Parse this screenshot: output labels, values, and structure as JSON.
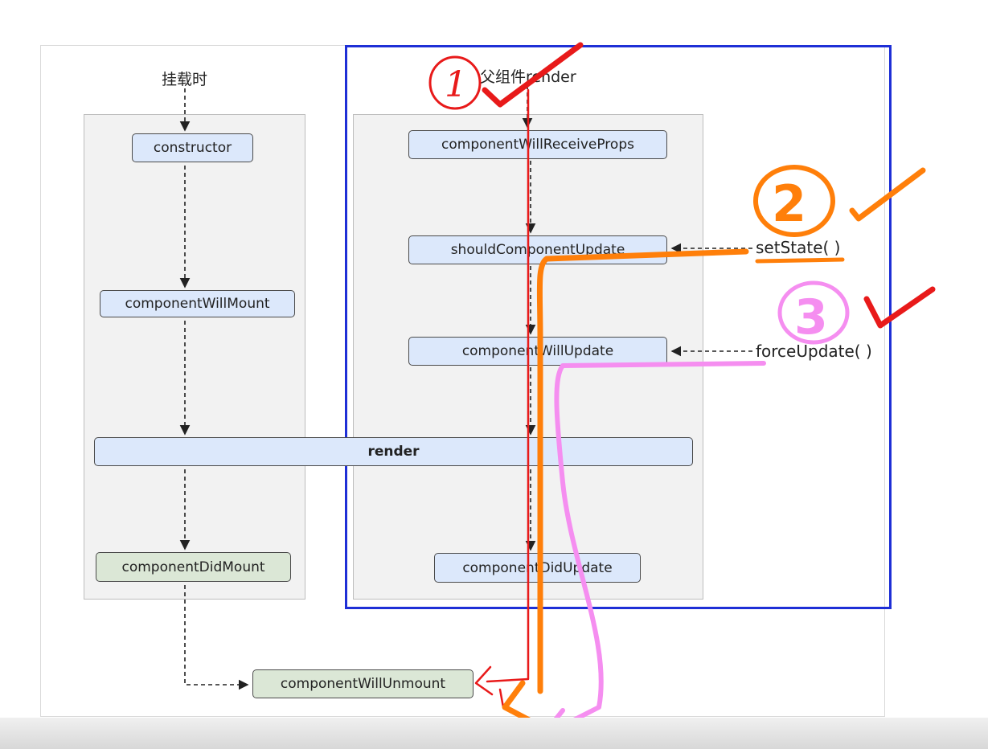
{
  "diagram": {
    "mount_label": "挂载时",
    "parent_render_label": "父组件render",
    "nodes": {
      "constructor": "constructor",
      "componentWillMount": "componentWillMount",
      "render": "render",
      "componentDidMount": "componentDidMount",
      "componentWillReceiveProps": "componentWillReceiveProps",
      "shouldComponentUpdate": "shouldComponentUpdate",
      "componentWillUpdate": "componentWillUpdate",
      "componentDidUpdate": "componentDidUpdate",
      "componentWillUnmount": "componentWillUnmount"
    },
    "triggers": {
      "setState": "setState( )",
      "forceUpdate": "forceUpdate( )"
    },
    "annotations": {
      "circle_1": "1",
      "circle_2": "2",
      "circle_3": "3"
    },
    "colors": {
      "blue_node": "#dce8fb",
      "green_node": "#dbe7d6",
      "panel": "#f2f2f2",
      "blue_frame": "#1e2fd6",
      "red_ink": "#e81a1a",
      "orange_ink": "#ff7f0a",
      "pink_ink": "#f58ef0"
    }
  }
}
